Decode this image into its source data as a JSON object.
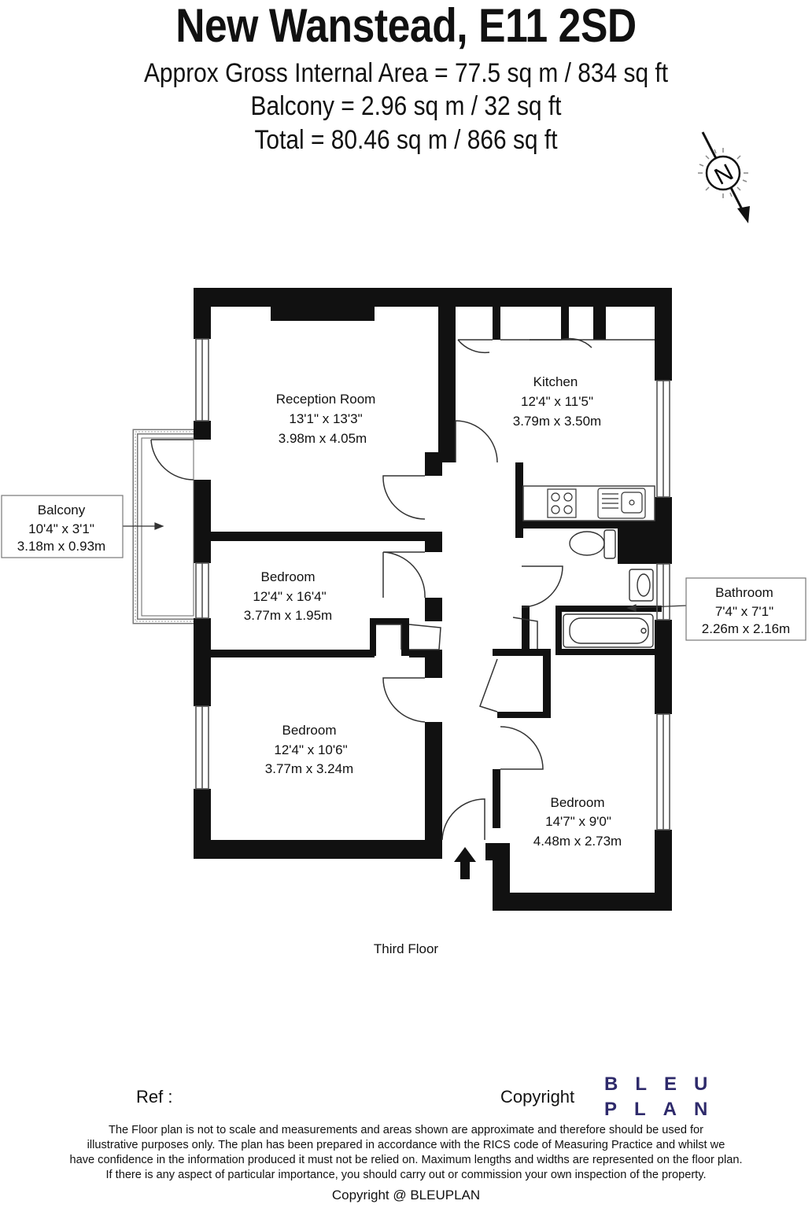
{
  "header": {
    "title": "New Wanstead, E11 2SD",
    "line1": "Approx Gross Internal Area = 77.5 sq m / 834 sq ft",
    "line2": "Balcony = 2.96 sq m / 32 sq ft",
    "line3": "Total = 80.46 sq m / 866 sq ft"
  },
  "compass": {
    "letter": "N"
  },
  "rooms": {
    "reception": {
      "name": "Reception Room",
      "imperial": "13'1\" x 13'3\"",
      "metric": "3.98m x 4.05m"
    },
    "kitchen": {
      "name": "Kitchen",
      "imperial": "12'4\" x 11'5\"",
      "metric": "3.79m x 3.50m"
    },
    "bedroom1": {
      "name": "Bedroom",
      "imperial": "12'4\" x 16'4\"",
      "metric": "3.77m x 1.95m"
    },
    "bedroom2": {
      "name": "Bedroom",
      "imperial": "12'4\" x 10'6\"",
      "metric": "3.77m x 3.24m"
    },
    "bedroom3": {
      "name": "Bedroom",
      "imperial": "14'7\" x 9'0\"",
      "metric": "4.48m x 2.73m"
    },
    "balcony": {
      "name": "Balcony",
      "imperial": "10'4\" x 3'1\"",
      "metric": "3.18m x 0.93m"
    },
    "bathroom": {
      "name": "Bathroom",
      "imperial": "7'4\" x 7'1\"",
      "metric": "2.26m x 2.16m"
    }
  },
  "floor_label": "Third Floor",
  "footer": {
    "ref": "Ref  :",
    "copyright": "Copyright",
    "logo_line1": "BLEU",
    "logo_line2": "PLAN",
    "disclaimer1": "The Floor plan is not to scale and measurements and areas shown are approximate and therefore should be used for",
    "disclaimer2": "illustrative purposes only. The plan has been prepared in accordance with the RICS code of Measuring Practice and whilst we",
    "disclaimer3": "have confidence in the information produced it must not be relied on. Maximum lengths and widths are represented on the floor plan.",
    "disclaimer4": "If there is any aspect of particular importance, you should carry out or commission your own inspection of the property.",
    "copyright_line": "Copyright @ BLEUPLAN"
  },
  "colors": {
    "wall": "#111111",
    "logo": "#2e2a6b",
    "line": "#555555"
  }
}
